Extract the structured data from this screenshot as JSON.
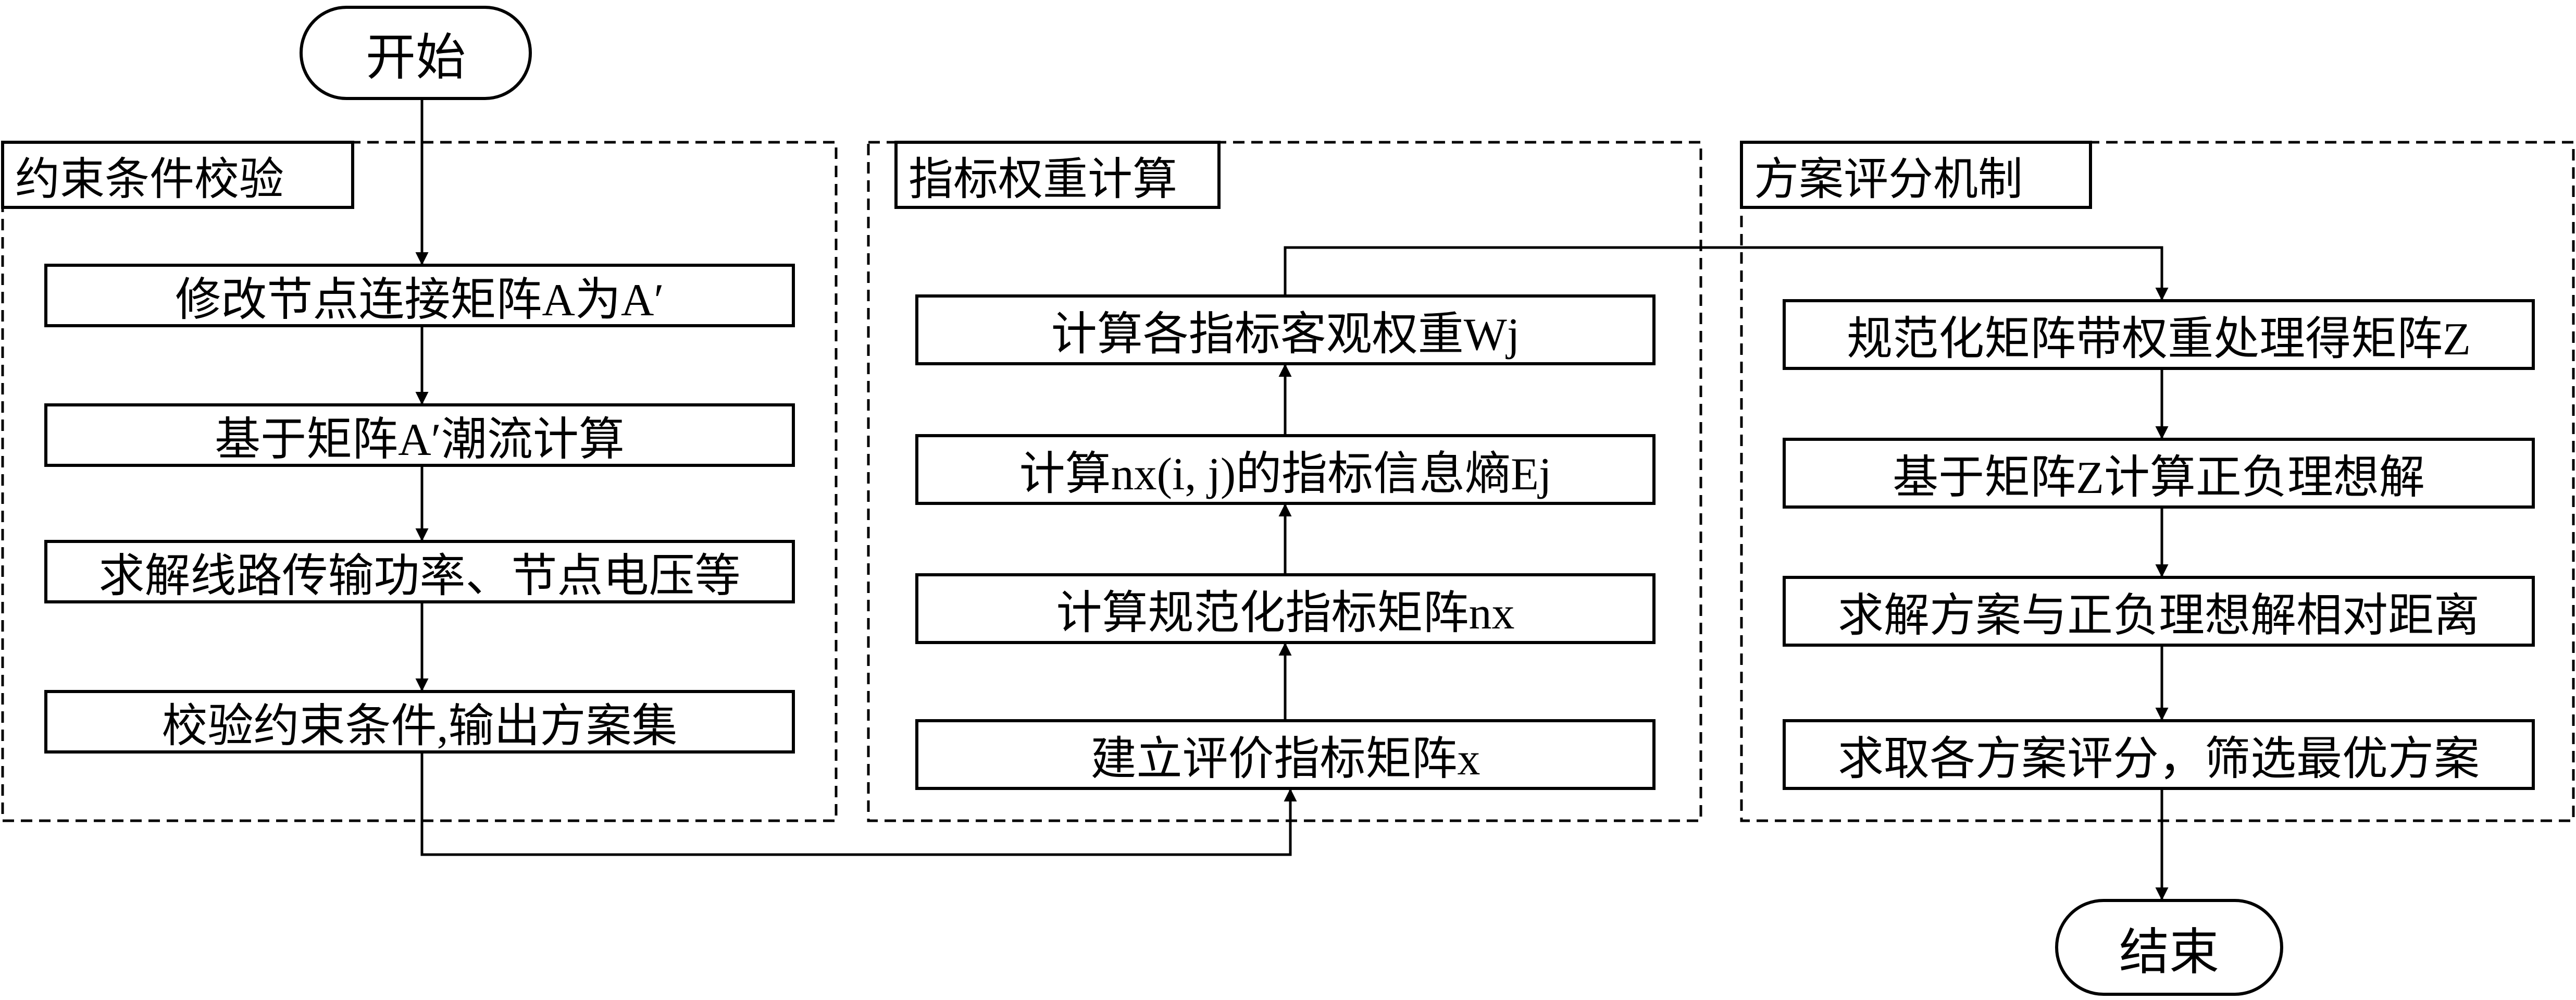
{
  "start": "开始",
  "end": "结束",
  "panels": [
    {
      "title": "约束条件校验",
      "steps": [
        "修改节点连接矩阵A为A′",
        "基于矩阵A′潮流计算",
        "求解线路传输功率、节点电压等",
        "校验约束条件,输出方案集"
      ]
    },
    {
      "title": "指标权重计算",
      "steps": [
        "计算各指标客观权重Wj",
        "计算nx(i, j)的指标信息熵Ej",
        "计算规范化指标矩阵nx",
        "建立评价指标矩阵x"
      ]
    },
    {
      "title": "方案评分机制",
      "steps": [
        "规范化矩阵带权重处理得矩阵Z",
        "基于矩阵Z计算正负理想解",
        "求解方案与正负理想解相对距离",
        "求取各方案评分，筛选最优方案"
      ]
    }
  ]
}
